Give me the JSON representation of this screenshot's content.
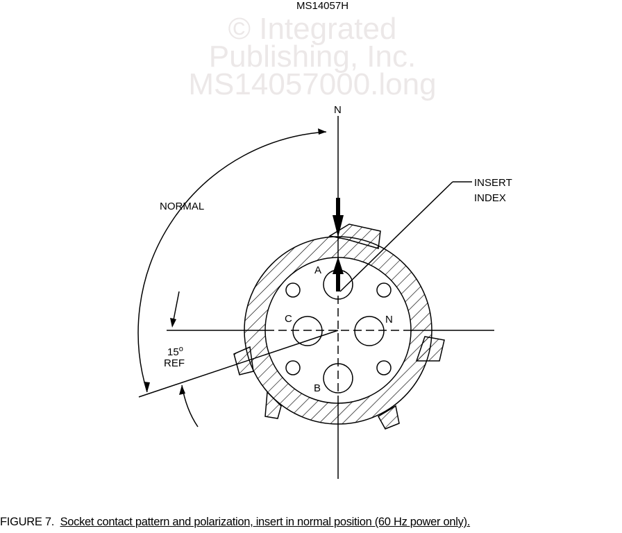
{
  "header": {
    "doc_number": "MS14057H"
  },
  "watermark": [
    "© Integrated",
    "Publishing, Inc.",
    "MS14057000.long"
  ],
  "figure": {
    "labels": {
      "north": "N",
      "normal": "NORMAL",
      "insert_index_1": "INSERT",
      "insert_index_2": "INDEX",
      "angle": "15",
      "degree": "o",
      "ref": "REF",
      "contact_a": "A",
      "contact_b": "B",
      "contact_c": "C",
      "contact_n": "N"
    }
  },
  "caption": {
    "number": "FIGURE 7.",
    "text": "Socket contact pattern and polarization, insert in normal position (60 Hz power only)."
  }
}
